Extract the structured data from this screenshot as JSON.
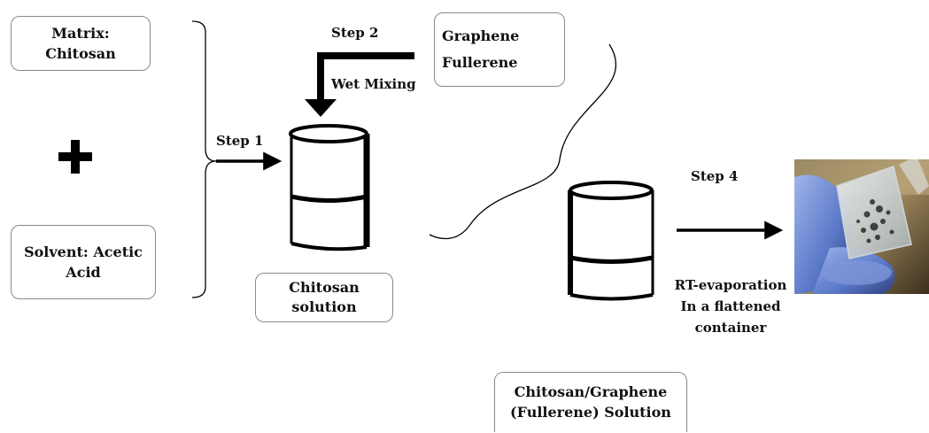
{
  "inputs": {
    "matrix": [
      "Matrix:",
      "Chitosan"
    ],
    "solvent": [
      "Solvent: Acetic",
      "Acid"
    ]
  },
  "additives": [
    "Graphene",
    "Fullerene"
  ],
  "steps": {
    "step1": "Step 1",
    "step2": "Step 2",
    "step4": "Step 4",
    "wet_mixing": "Wet Mixing"
  },
  "intermediate": [
    "Chitosan",
    "solution"
  ],
  "final_solution": [
    "Chitosan/Graphene",
    "(Fullerene)  Solution"
  ],
  "evaporation": [
    "RT-evaporation",
    "In a flattened",
    "container"
  ],
  "photo_icon": "gloved-hand-holding-film-photo"
}
